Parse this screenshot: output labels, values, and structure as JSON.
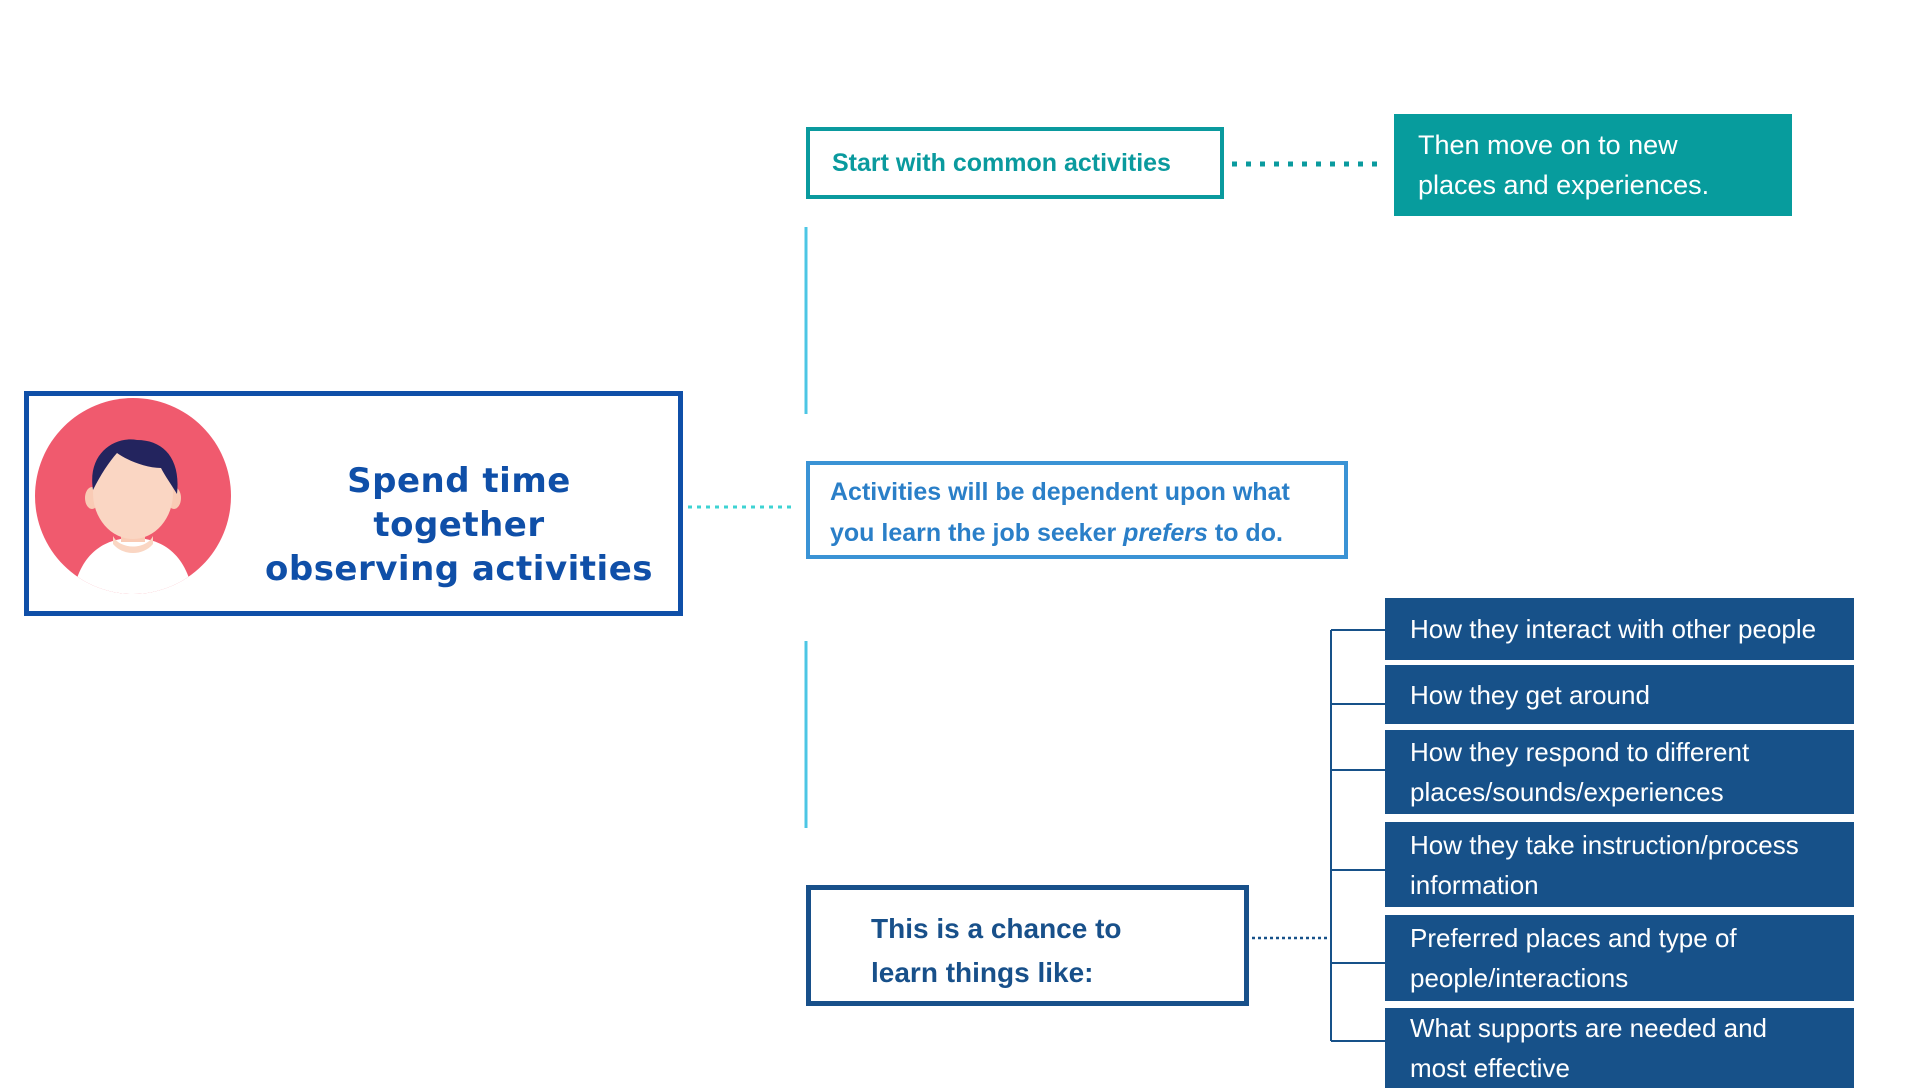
{
  "main": {
    "title_line1": "Spend time together",
    "title_line2": "observing activities"
  },
  "top": {
    "common_label": "Start with common activities",
    "new_line1": "Then move on to new",
    "new_line2": "places and experiences."
  },
  "middle": {
    "line1": "Activities will be dependent upon what",
    "line2_prefix": "you learn the job seeker ",
    "line2_emph": "prefers",
    "line2_suffix": " to do."
  },
  "bottom": {
    "line1": "This is a chance to",
    "line2": "learn things like:"
  },
  "items": [
    {
      "line1": "How they interact with other people",
      "line2": ""
    },
    {
      "line1": "How they get around",
      "line2": ""
    },
    {
      "line1": "How they respond to different",
      "line2": "places/sounds/experiences"
    },
    {
      "line1": "How they take instruction/process",
      "line2": "information"
    },
    {
      "line1": "Preferred places and type of",
      "line2": "people/interactions"
    },
    {
      "line1": "What supports are needed and",
      "line2": "most effective"
    }
  ],
  "colors": {
    "main_blue": "#0f4fa8",
    "teal": "#0a9a9e",
    "light_blue": "#3a93d5",
    "navy": "#175189",
    "avatar_bg": "#f05a6e"
  }
}
